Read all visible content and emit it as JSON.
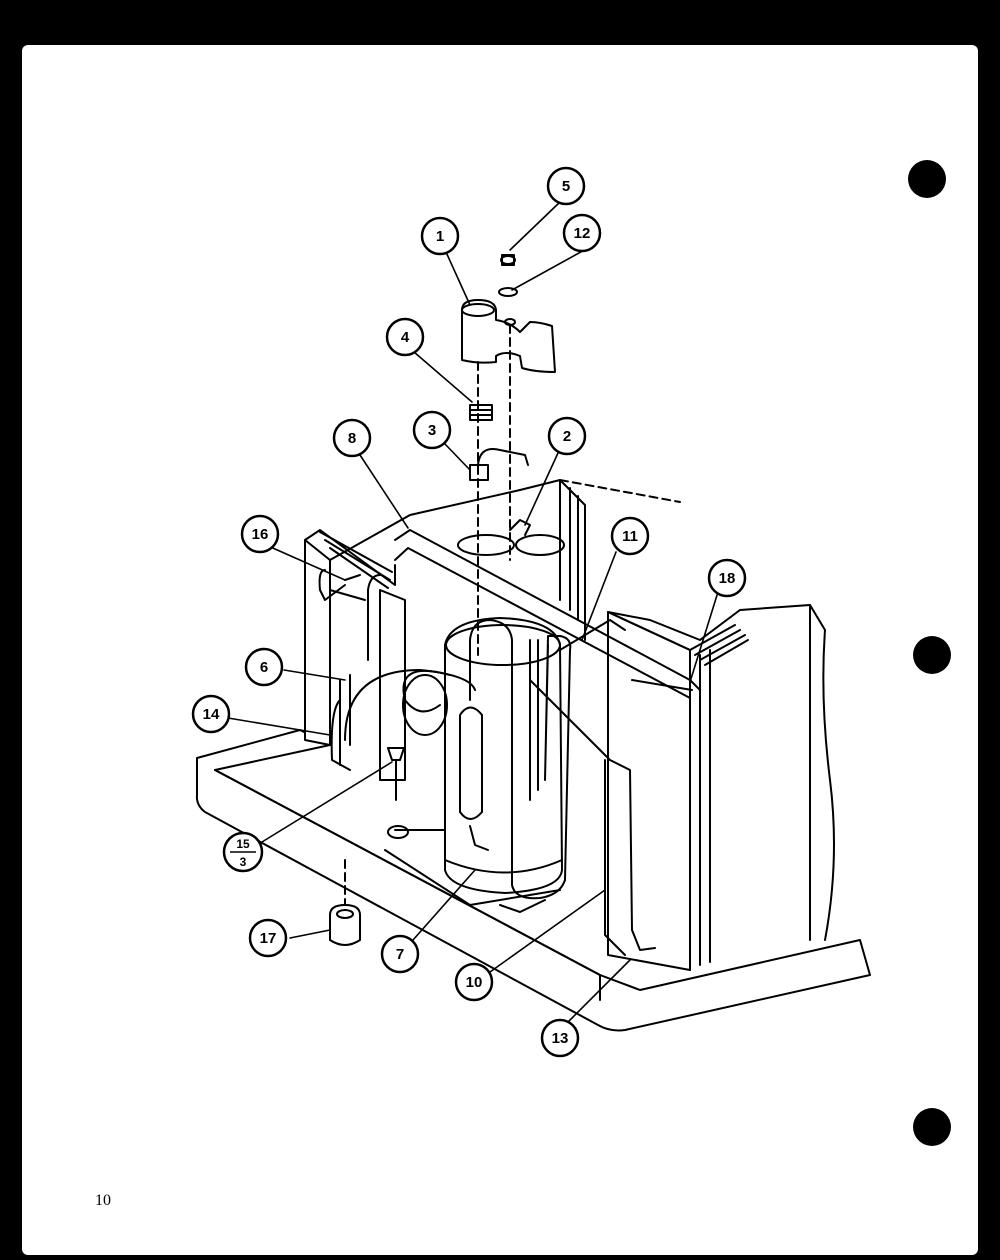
{
  "page": {
    "number": "10"
  },
  "callouts": [
    {
      "id": "1",
      "label": "1"
    },
    {
      "id": "2",
      "label": "2"
    },
    {
      "id": "3",
      "label": "3"
    },
    {
      "id": "4",
      "label": "4"
    },
    {
      "id": "5",
      "label": "5"
    },
    {
      "id": "6",
      "label": "6"
    },
    {
      "id": "7",
      "label": "7"
    },
    {
      "id": "8",
      "label": "8"
    },
    {
      "id": "10",
      "label": "10"
    },
    {
      "id": "11",
      "label": "11"
    },
    {
      "id": "12",
      "label": "12"
    },
    {
      "id": "13",
      "label": "13"
    },
    {
      "id": "14",
      "label": "14"
    },
    {
      "id": "15-3",
      "numerator": "15",
      "denominator": "3"
    },
    {
      "id": "16",
      "label": "16"
    },
    {
      "id": "17",
      "label": "17"
    },
    {
      "id": "18",
      "label": "18"
    }
  ]
}
